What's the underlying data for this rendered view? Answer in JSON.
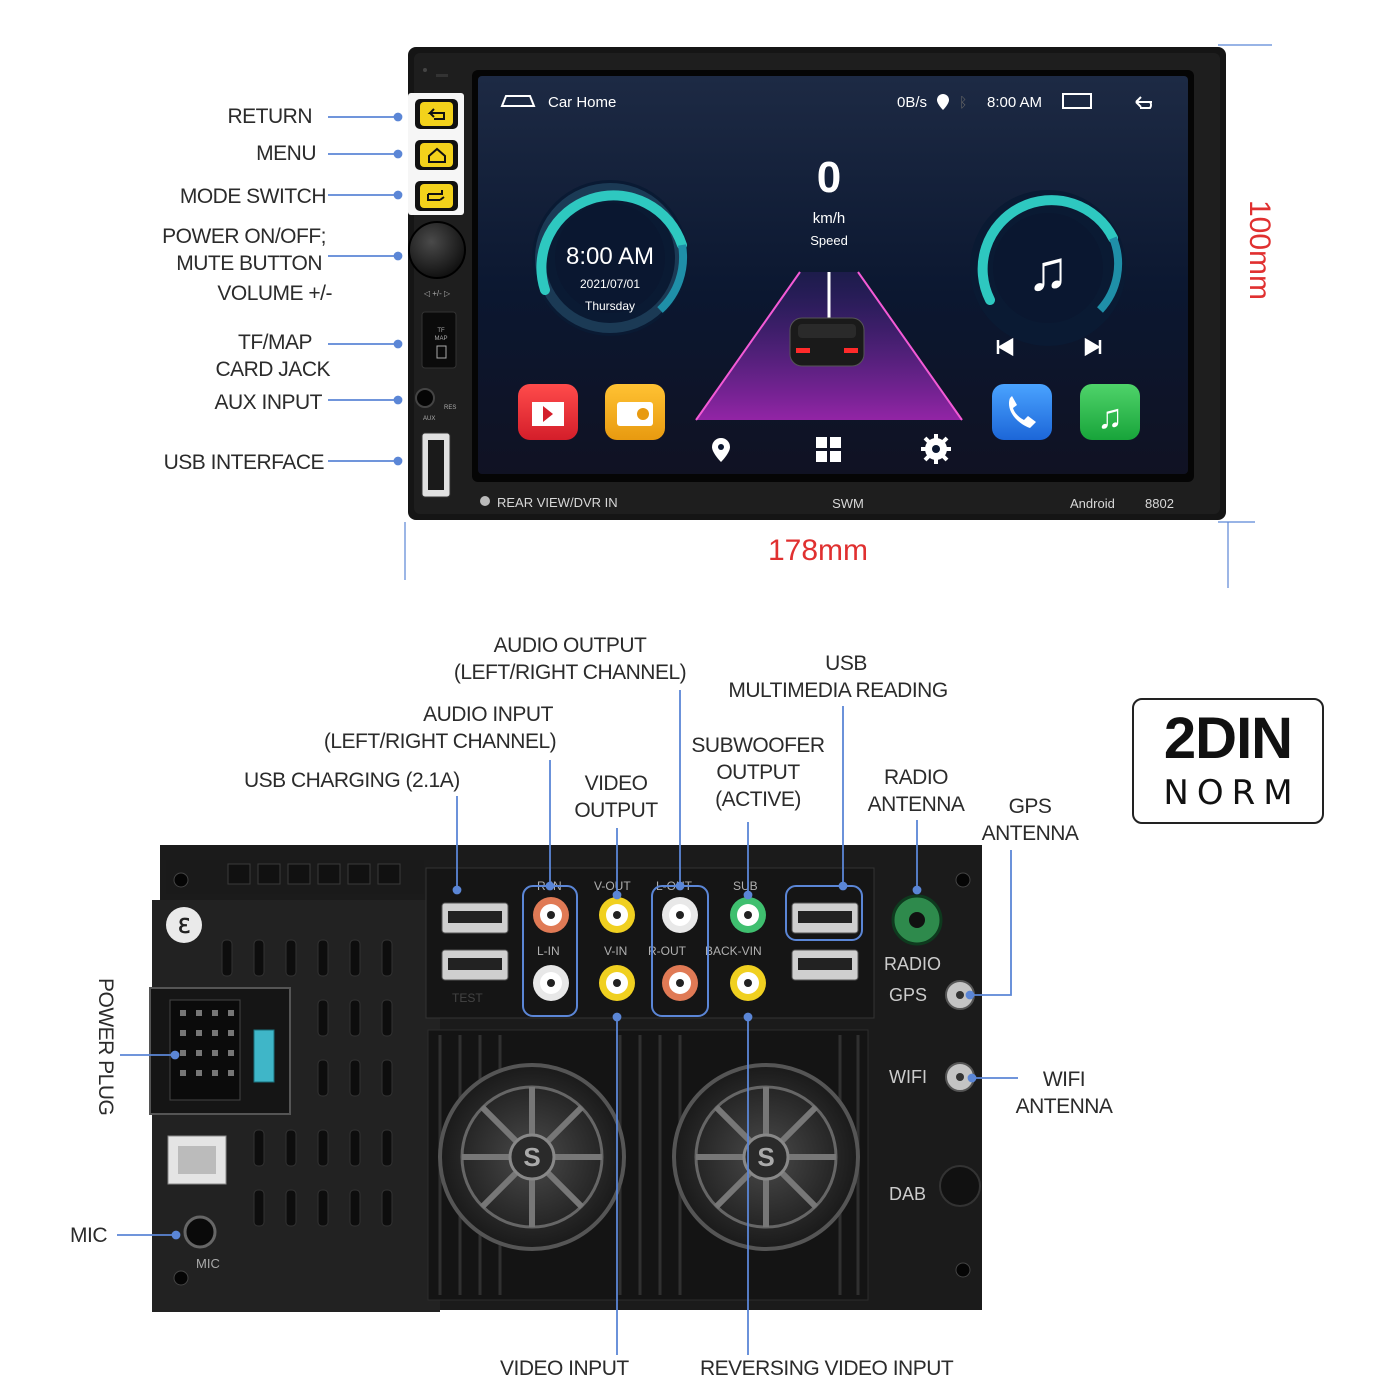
{
  "front_labels": {
    "return": "RETURN",
    "menu": "MENU",
    "mode_switch": "MODE SWITCH",
    "power_line1": "POWER ON/OFF;",
    "power_line2": "MUTE BUTTON",
    "power_line3": "VOLUME +/-",
    "tf_line1": "TF/MAP",
    "tf_line2": "CARD JACK",
    "aux": "AUX INPUT",
    "usb_interface": "USB INTERFACE"
  },
  "dimensions": {
    "height": "100mm",
    "width": "178mm"
  },
  "screen": {
    "title": "Car Home",
    "net_speed": "0B/s",
    "status_time": "8:00 AM",
    "clock_time": "8:00 AM",
    "clock_date": "2021/07/01",
    "clock_day": "Thursday",
    "speed_value": "0",
    "speed_unit": "km/h",
    "speed_label": "Speed",
    "apps": [
      "video-app",
      "radio-app",
      "phone-app",
      "music-app"
    ],
    "dock_icons": [
      "map-pin-icon",
      "grid-icon",
      "gear-icon"
    ]
  },
  "bezel": {
    "rear_view": "REAR VIEW/DVR IN",
    "brand": "SWM",
    "os": "Android",
    "model": "8802",
    "knob_marks": "◁ +/- ▷",
    "card_label_1": "TF",
    "card_label_2": "MAP",
    "aux_small": "AUX",
    "res_small": "RES"
  },
  "back_labels": {
    "audio_output_1": "AUDIO OUTPUT",
    "audio_output_2": "(LEFT/RIGHT CHANNEL)",
    "usb_mm_1": "USB",
    "usb_mm_2": "MULTIMEDIA READING",
    "audio_input_1": "AUDIO INPUT",
    "audio_input_2": "(LEFT/RIGHT CHANNEL)",
    "subwoofer_1": "SUBWOOFER",
    "subwoofer_2": "OUTPUT",
    "subwoofer_3": "(ACTIVE)",
    "usb_charging": "USB CHARGING (2.1A)",
    "video_output_1": "VIDEO",
    "video_output_2": "OUTPUT",
    "radio_antenna_1": "RADIO",
    "radio_antenna_2": "ANTENNA",
    "gps_antenna_1": "GPS",
    "gps_antenna_2": "ANTENNA",
    "wifi_antenna_1": "WIFI",
    "wifi_antenna_2": "ANTENNA",
    "power_plug": "POWER PLUG",
    "mic": "MIC",
    "video_input": "VIDEO INPUT",
    "reversing_video": "REVERSING VIDEO INPUT"
  },
  "panel_print": {
    "r_in": "R-IN",
    "v_out": "V-OUT",
    "l_out": "L-OUT",
    "sub": "SUB",
    "l_in": "L-IN",
    "v_in": "V-IN",
    "r_out": "R-OUT",
    "back_vin": "BACK-VIN",
    "radio": "RADIO",
    "gps": "GPS",
    "wifi": "WIFI",
    "dab": "DAB",
    "mic": "MIC",
    "test": "TEST"
  },
  "badge": {
    "line1": "2DIN",
    "line2": "NORM"
  },
  "colors": {
    "callout": "#5b86d6",
    "dimension": "#e03030",
    "button_yellow": "#f3d21b",
    "gauge_cyan": "#2ec8c0",
    "rca_red": "#e07a55",
    "rca_yellow": "#f0d020",
    "rca_green": "#3fbf6f"
  }
}
